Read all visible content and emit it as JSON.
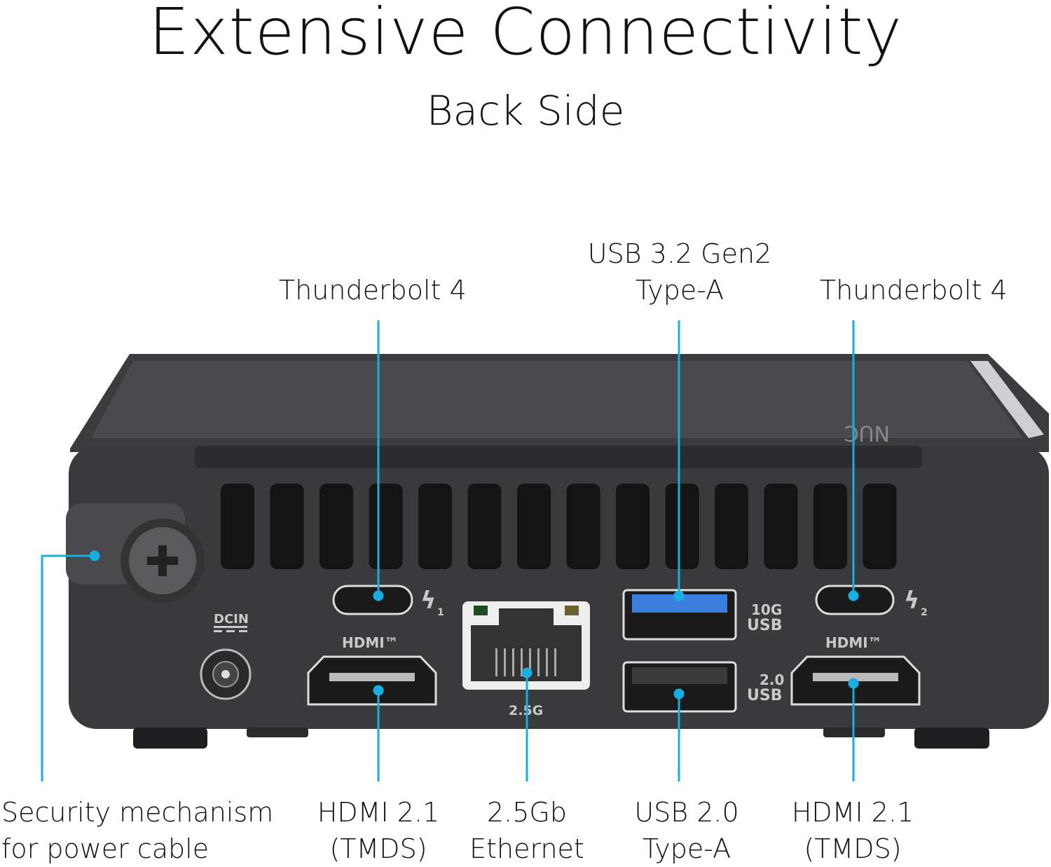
{
  "header": {
    "title": "Extensive Connectivity",
    "subtitle": "Back Side"
  },
  "colors": {
    "leader_line": "#17aee0",
    "chassis": "#3b3b3d",
    "usb3_port": "#3a7fe0"
  },
  "top_labels": [
    {
      "lines": [
        "Thunderbolt  4"
      ]
    },
    {
      "lines": [
        "USB 3.2 Gen2",
        "Type-A"
      ]
    },
    {
      "lines": [
        "Thunderbolt  4"
      ]
    }
  ],
  "bottom_labels": [
    {
      "lines": [
        "Security mechanism",
        "for power cable"
      ]
    },
    {
      "lines": [
        "HDMI 2.1",
        "(TMDS)"
      ]
    },
    {
      "lines": [
        "2.5Gb",
        "Ethernet"
      ]
    },
    {
      "lines": [
        "USB 2.0",
        "Type-A"
      ]
    },
    {
      "lines": [
        "HDMI 2.1",
        "(TMDS)"
      ]
    }
  ],
  "device_markings": {
    "dcin": "DCIN",
    "hdmi": "HDMI™",
    "tb1": "1",
    "tb2": "2",
    "usb3_top": "10G",
    "usb3_bottom": "USB",
    "usb2_top": "2.0",
    "usb2_bottom": "USB",
    "ethernet": "2.5G",
    "logo": "NUC"
  }
}
